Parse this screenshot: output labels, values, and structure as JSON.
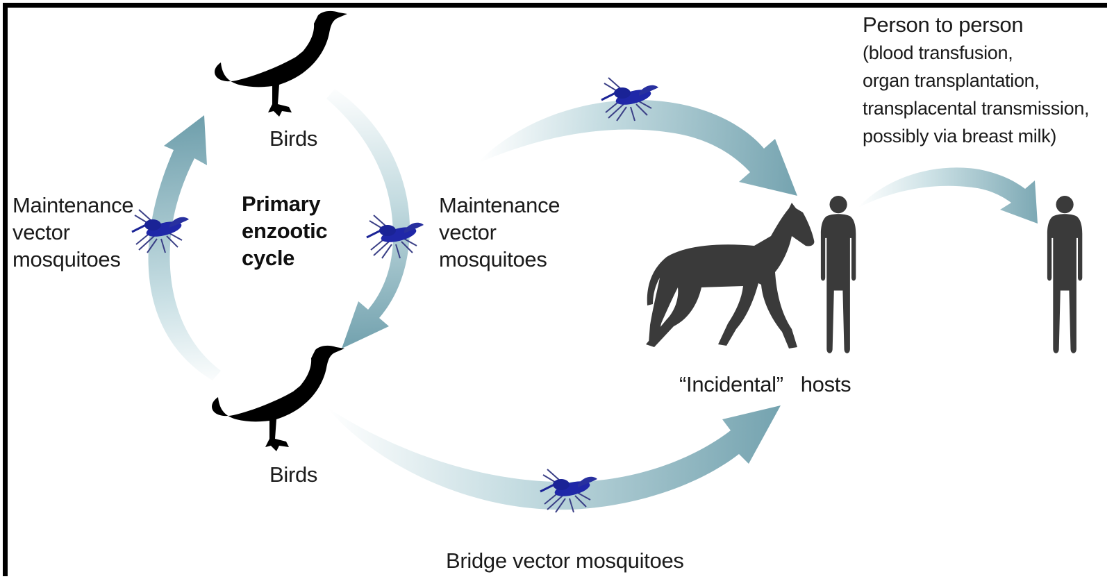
{
  "labels": {
    "birds_top": "Birds",
    "birds_bottom": "Birds",
    "maintenance_left": [
      "Maintenance",
      "vector",
      "mosquitoes"
    ],
    "maintenance_right": [
      "Maintenance",
      "vector",
      "mosquitoes"
    ],
    "cycle": [
      "Primary",
      "enzootic",
      "cycle"
    ],
    "incidental_hosts": "“Incidental”   hosts",
    "bridge_vector": "Bridge vector mosquitoes",
    "person_to_person_title": "Person to person",
    "person_to_person_details": [
      "(blood transfusion,",
      "organ transplantation,",
      "transplacental transmission,",
      "possibly via breast milk)"
    ]
  },
  "colors": {
    "arrow": "#6f9fac",
    "arrow_light": "#dcecef",
    "bird": "#000000",
    "host": "#3a3a3a",
    "mosquito": "#1f27a8",
    "text": "#1b1b1b"
  },
  "icons": [
    "bird-icon",
    "mosquito-icon",
    "horse-icon",
    "human-icon"
  ]
}
